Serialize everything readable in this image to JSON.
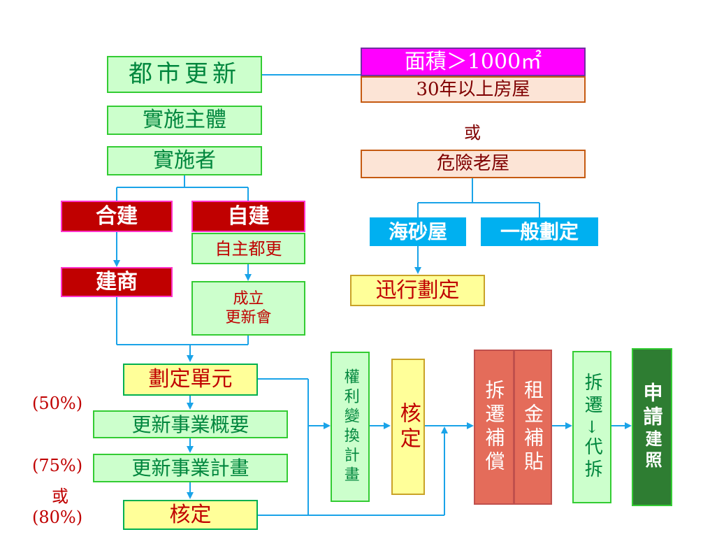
{
  "left": {
    "urban_renewal": "都市更新",
    "implementing_body": "實施主體",
    "implementer": "實施者",
    "joint_build": "合建",
    "self_build": "自建",
    "self_renewal": "自主都更",
    "developer": "建商",
    "establish_assoc_line1": "成立",
    "establish_assoc_line2": "更新會",
    "delimit_unit": "劃定單元",
    "renewal_outline": "更新事業概要",
    "renewal_plan": "更新事業計畫",
    "approval": "核定",
    "pct_50": "(50%)",
    "pct_75": "(75%)",
    "or": "或",
    "pct_80": "(80%)"
  },
  "right": {
    "area_condition": "面積＞1000㎡",
    "age_condition": "30年以上房屋",
    "or": "或",
    "dangerous_house": "危險老屋",
    "sea_sand_house": "海砂屋",
    "general_delimit": "一般劃定",
    "rapid_delimit": "迅行劃定"
  },
  "process": {
    "rights_transform": "權利變換計畫",
    "approval": "核定",
    "demolish_compensation": "拆遷補償",
    "rent_subsidy": "租金補貼",
    "demolish_top": "拆遷",
    "arrow": "↓",
    "demolish_bottom": "代拆",
    "apply_license_top": "申請",
    "apply_license_bottom": "建照"
  },
  "colors": {
    "line": "#1aa3e8",
    "green_fill": "#ccffcc",
    "green_text": "#00863d",
    "maroon_fill": "#c00000",
    "yellow_fill": "#ffff99",
    "red_text": "#c00000",
    "peach_fill": "#fce4d6",
    "magenta_fill": "#ff00ff",
    "cyan_fill": "#00b0f0",
    "salmon_fill": "#e46c5a",
    "dark_green_fill": "#2e7d32"
  }
}
